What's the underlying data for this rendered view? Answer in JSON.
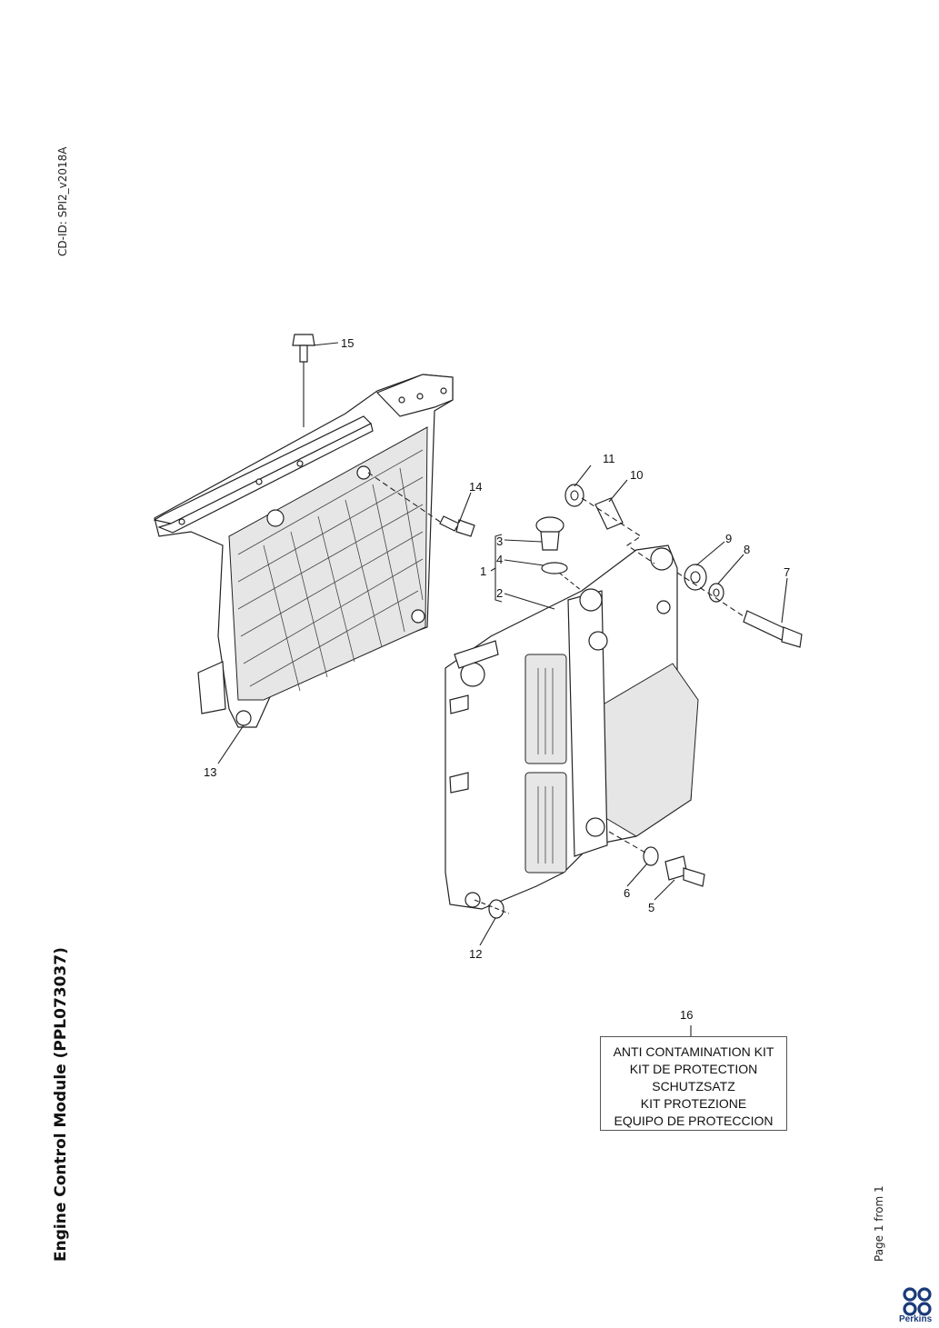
{
  "document": {
    "cd_id": "CD-ID: SPI2_v2018A",
    "title": "Engine Control Module (PPL073037)",
    "page_info": "Page 1 from 1",
    "brand": "Perkins"
  },
  "callouts": [
    "1",
    "2",
    "3",
    "4",
    "5",
    "6",
    "7",
    "8",
    "9",
    "10",
    "11",
    "12",
    "13",
    "14",
    "15",
    "16"
  ],
  "kit_box": {
    "number": "16",
    "lines": [
      "ANTI CONTAMINATION KIT",
      "KIT DE PROTECTION",
      "SCHUTZSATZ",
      "KIT PROTEZIONE",
      "EQUIPO DE PROTECCION"
    ]
  },
  "colors": {
    "logo_blue": "#1a3a7a",
    "line": "#222222"
  }
}
